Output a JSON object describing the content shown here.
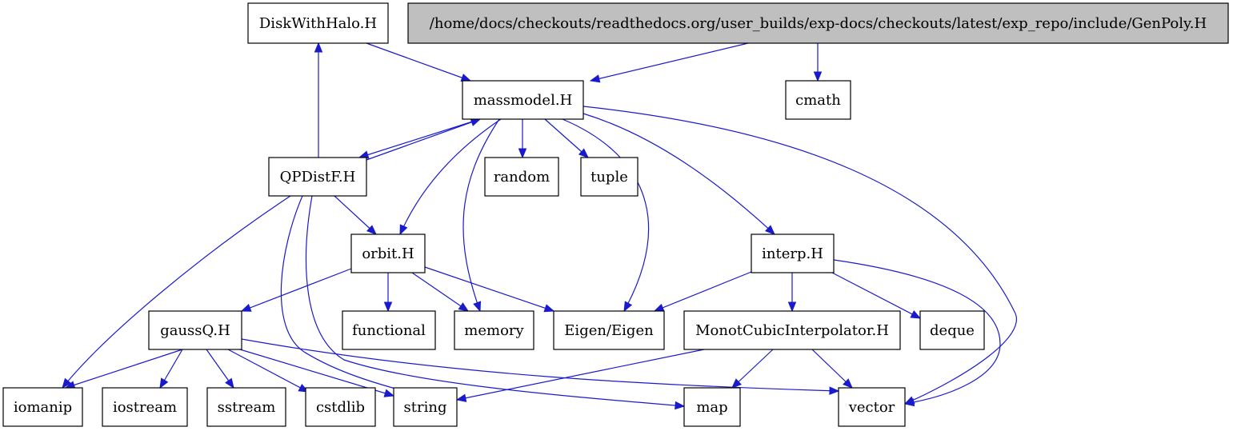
{
  "diagram": {
    "type": "include-dependency-graph",
    "colors": {
      "root_fill": "#bfbfbf",
      "node_fill": "#ffffff",
      "node_border": "#000000",
      "edge": "#1a1acd"
    },
    "nodes": [
      {
        "id": "genpoly",
        "label": "/home/docs/checkouts/readthedocs.org/user_builds/exp-docs/checkouts/latest/exp_repo/include/GenPoly.H",
        "root": true
      },
      {
        "id": "diskwithhalo",
        "label": "DiskWithHalo.H"
      },
      {
        "id": "massmodel",
        "label": "massmodel.H"
      },
      {
        "id": "cmath",
        "label": "cmath"
      },
      {
        "id": "qpdistf",
        "label": "QPDistF.H"
      },
      {
        "id": "random",
        "label": "random"
      },
      {
        "id": "tuple",
        "label": "tuple"
      },
      {
        "id": "orbit",
        "label": "orbit.H"
      },
      {
        "id": "interp",
        "label": "interp.H"
      },
      {
        "id": "gaussq",
        "label": "gaussQ.H"
      },
      {
        "id": "functional",
        "label": "functional"
      },
      {
        "id": "memory",
        "label": "memory"
      },
      {
        "id": "eigen",
        "label": "Eigen/Eigen"
      },
      {
        "id": "monotcubic",
        "label": "MonotCubicInterpolator.H"
      },
      {
        "id": "deque",
        "label": "deque"
      },
      {
        "id": "iomanip",
        "label": "iomanip"
      },
      {
        "id": "iostream",
        "label": "iostream"
      },
      {
        "id": "sstream",
        "label": "sstream"
      },
      {
        "id": "cstdlib",
        "label": "cstdlib"
      },
      {
        "id": "string",
        "label": "string"
      },
      {
        "id": "map",
        "label": "map"
      },
      {
        "id": "vector",
        "label": "vector"
      }
    ],
    "edges": [
      {
        "from": "genpoly",
        "to": "massmodel"
      },
      {
        "from": "genpoly",
        "to": "cmath"
      },
      {
        "from": "diskwithhalo",
        "to": "massmodel"
      },
      {
        "from": "qpdistf",
        "to": "diskwithhalo"
      },
      {
        "from": "massmodel",
        "to": "qpdistf"
      },
      {
        "from": "qpdistf",
        "to": "massmodel"
      },
      {
        "from": "massmodel",
        "to": "random"
      },
      {
        "from": "massmodel",
        "to": "tuple"
      },
      {
        "from": "massmodel",
        "to": "orbit"
      },
      {
        "from": "massmodel",
        "to": "memory"
      },
      {
        "from": "massmodel",
        "to": "eigen"
      },
      {
        "from": "massmodel",
        "to": "interp"
      },
      {
        "from": "massmodel",
        "to": "vector"
      },
      {
        "from": "qpdistf",
        "to": "orbit"
      },
      {
        "from": "qpdistf",
        "to": "iomanip"
      },
      {
        "from": "qpdistf",
        "to": "string"
      },
      {
        "from": "qpdistf",
        "to": "map"
      },
      {
        "from": "orbit",
        "to": "gaussq"
      },
      {
        "from": "orbit",
        "to": "functional"
      },
      {
        "from": "orbit",
        "to": "memory"
      },
      {
        "from": "orbit",
        "to": "eigen"
      },
      {
        "from": "interp",
        "to": "eigen"
      },
      {
        "from": "interp",
        "to": "monotcubic"
      },
      {
        "from": "interp",
        "to": "deque"
      },
      {
        "from": "interp",
        "to": "vector"
      },
      {
        "from": "gaussq",
        "to": "iomanip"
      },
      {
        "from": "gaussq",
        "to": "iostream"
      },
      {
        "from": "gaussq",
        "to": "sstream"
      },
      {
        "from": "gaussq",
        "to": "cstdlib"
      },
      {
        "from": "gaussq",
        "to": "string"
      },
      {
        "from": "gaussq",
        "to": "vector"
      },
      {
        "from": "monotcubic",
        "to": "string"
      },
      {
        "from": "monotcubic",
        "to": "map"
      },
      {
        "from": "monotcubic",
        "to": "vector"
      }
    ]
  }
}
